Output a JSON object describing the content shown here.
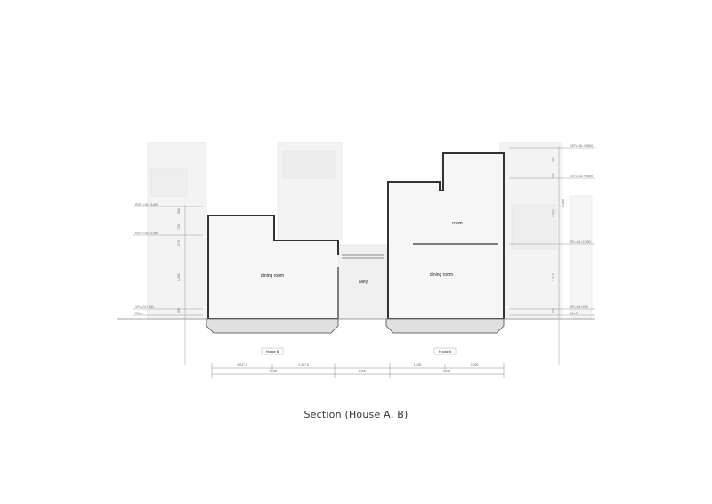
{
  "caption": "Section (House A, B)",
  "rooms": {
    "dining_b": "dining room",
    "alley": "alley",
    "room_a": "room",
    "dining_a": "dining room"
  },
  "houses": {
    "b": "House B",
    "a": "House A"
  },
  "levels_left": {
    "rfl_top": "R2FL=GL+3,600",
    "rfl": "R1FL=GL+2,980",
    "fl1": "1FL=GL+200",
    "gl": "GL±0"
  },
  "levels_right": {
    "rfl_top": "R2FL=GL+5,580",
    "rfl": "R1FL=GL+4,600",
    "fl2": "2FL=GL+2,600",
    "fl1": "1FL=GL+200",
    "gl": "GL±0"
  },
  "dims_left": {
    "a": "500",
    "b": "720",
    "c": "270",
    "d": "2,200",
    "e": "200"
  },
  "dims_right": {
    "a": "650",
    "b": "500",
    "c": "2,800",
    "d": "1,800",
    "e": "2,215",
    "f": "200"
  },
  "dims_bottom": {
    "b1": "2,047.5",
    "b2": "2,047.5",
    "b_total": "4,095",
    "alley": "1,900",
    "a1": "1,635",
    "a2": "2,005",
    "a_total": "3,640"
  }
}
